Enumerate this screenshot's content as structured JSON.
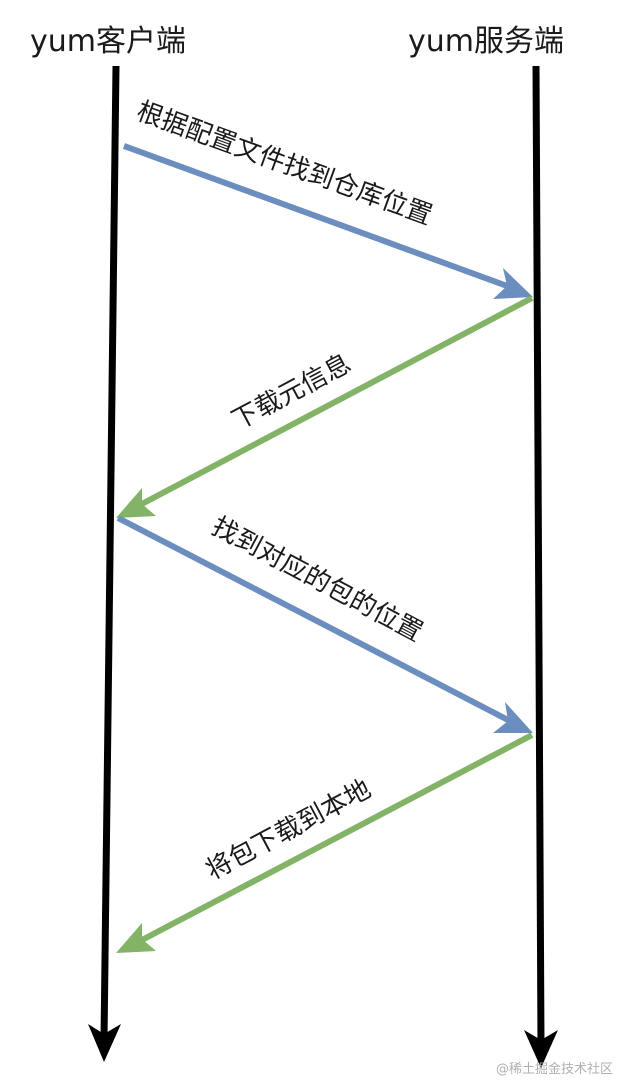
{
  "actors": {
    "client": "yum客户端",
    "server": "yum服务端"
  },
  "messages": [
    {
      "label": "根据配置文件找到仓库位置",
      "from": "client",
      "to": "server",
      "color": "#6c8ebf"
    },
    {
      "label": "下载元信息",
      "from": "server",
      "to": "client",
      "color": "#82b366"
    },
    {
      "label": "找到对应的包的位置",
      "from": "client",
      "to": "server",
      "color": "#6c8ebf"
    },
    {
      "label": "将包下载到本地",
      "from": "server",
      "to": "client",
      "color": "#82b366"
    }
  ],
  "colors": {
    "lifeline": "#000000",
    "request_arrow": "#6c8ebf",
    "response_arrow": "#82b366"
  },
  "watermark": "@稀土掘金技术社区"
}
